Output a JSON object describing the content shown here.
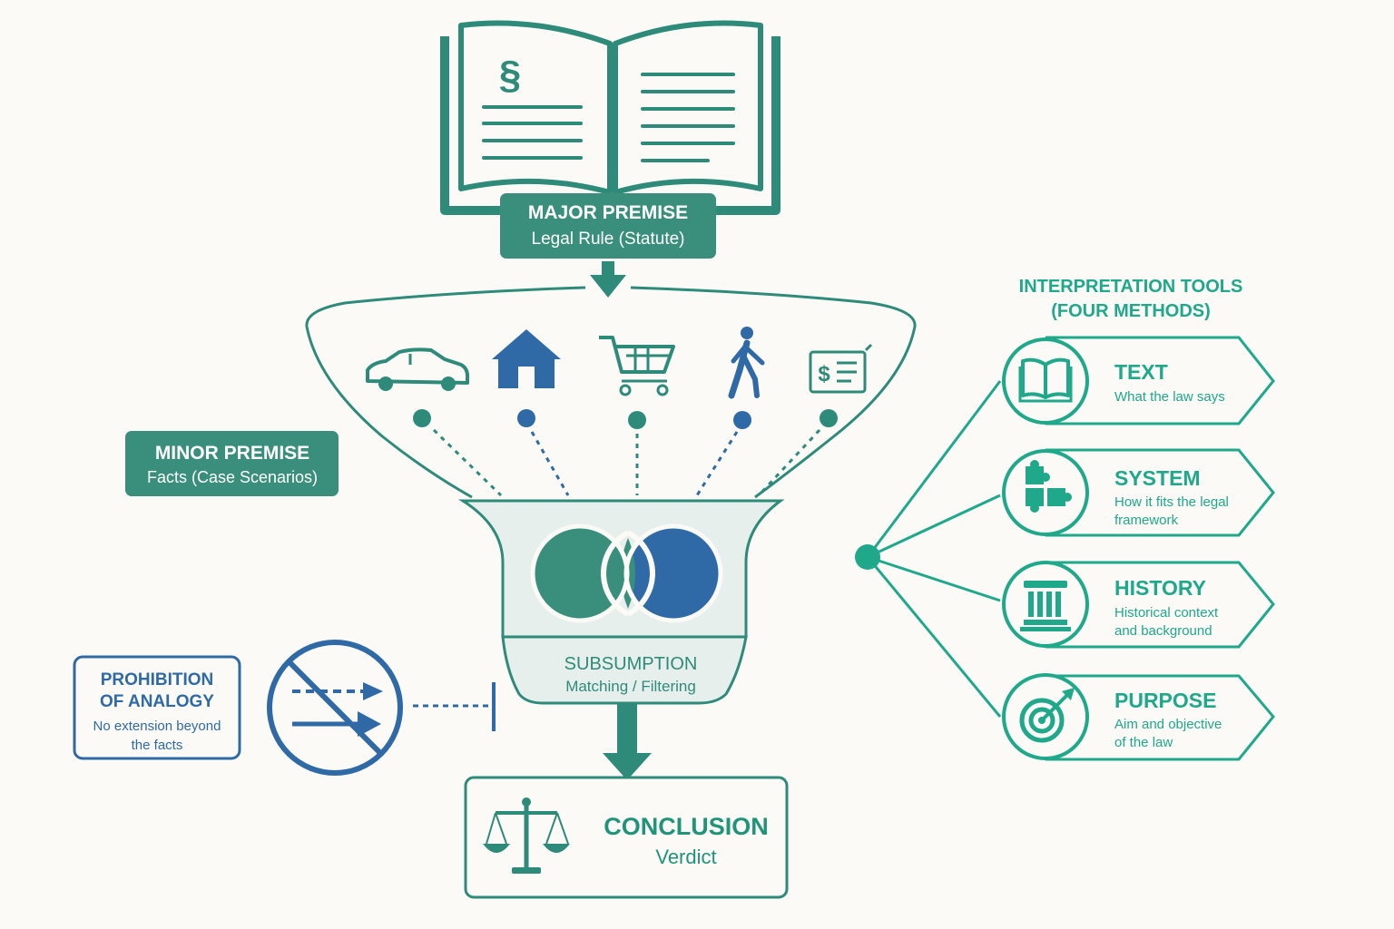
{
  "colors": {
    "background": "#fbfaf6",
    "teal_dark": "#2e8b7a",
    "blue": "#2f6aa6",
    "teal_bright": "#1fa88a"
  },
  "major_premise": {
    "title": "MAJOR PREMISE",
    "subtitle": "Legal Rule (Statute)",
    "icon": "law-book-icon",
    "section_symbol": "§"
  },
  "minor_premise": {
    "title": "MINOR PREMISE",
    "subtitle": "Facts (Case Scenarios)",
    "fact_icons": [
      "car-icon",
      "house-icon",
      "shopping-cart-icon",
      "walking-person-icon",
      "check-payment-icon"
    ]
  },
  "subsumption": {
    "title": "SUBSUMPTION",
    "subtitle": "Matching / Filtering"
  },
  "conclusion": {
    "title": "CONCLUSION",
    "subtitle": "Verdict",
    "icon": "scales-icon"
  },
  "prohibition": {
    "title_line1": "PROHIBITION",
    "title_line2": "OF ANALOGY",
    "desc_line1": "No extension beyond",
    "desc_line2": "the facts",
    "icon": "no-analogy-icon"
  },
  "interpretation": {
    "heading_line1": "INTERPRETATION TOOLS",
    "heading_line2": "(FOUR METHODS)",
    "methods": [
      {
        "title": "TEXT",
        "desc_line1": "What the law says",
        "desc_line2": "",
        "icon": "open-book-icon"
      },
      {
        "title": "SYSTEM",
        "desc_line1": "How it fits the legal",
        "desc_line2": "framework",
        "icon": "puzzle-icon"
      },
      {
        "title": "HISTORY",
        "desc_line1": "Historical context",
        "desc_line2": "and background",
        "icon": "column-icon"
      },
      {
        "title": "PURPOSE",
        "desc_line1": "Aim and objective",
        "desc_line2": "of the law",
        "icon": "target-icon"
      }
    ]
  }
}
